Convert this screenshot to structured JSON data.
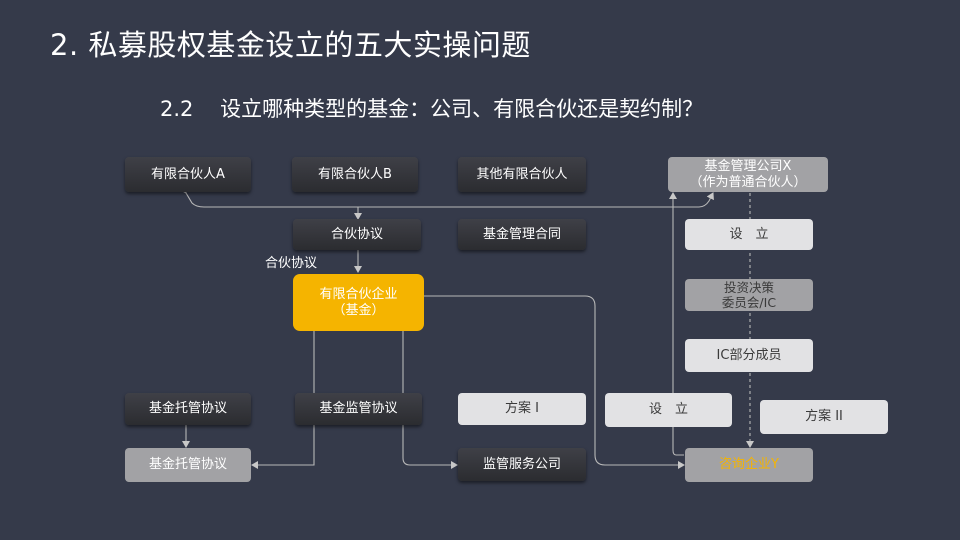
{
  "title": "2. 私募股权基金设立的五大实操问题",
  "subtitle": "2.2    设立哪种类型的基金：公司、有限合伙还是契约制？",
  "nodes": {
    "lp_a": "有限合伙人A",
    "lp_b": "有限合伙人B",
    "lp_other": "其他有限合伙人",
    "gp_line1": "基金管理公司X",
    "gp_line2": "（作为普通合伙人）",
    "partnership_agreement": "合伙协议",
    "mgmt_contract": "基金管理合同",
    "setup_1": "设　立",
    "fund_line1": "有限合伙企业",
    "fund_line2": "（基金）",
    "ic_line1": "投资决策",
    "ic_line2": "委员会/IC",
    "ic_members": "IC部分成员",
    "custody_agreement": "基金托管协议",
    "supervision_agreement": "基金监管协议",
    "plan_1": "方案 I",
    "setup_2": "设　立",
    "plan_2": "方案 II",
    "custody_bank": "基金托管协议",
    "supervision_company": "监管服务公司",
    "consulting": "咨询企业Y"
  },
  "edge_labels": {
    "partnership_agreement": "合伙协议"
  },
  "colors": {
    "background": "#353a4a",
    "highlight": "#f5b400",
    "consulting_text": "#f5b400"
  }
}
